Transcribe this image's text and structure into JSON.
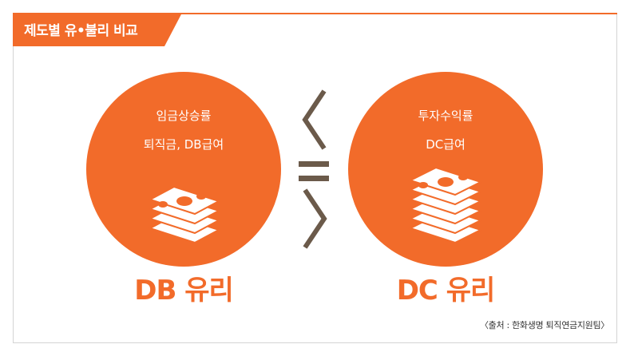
{
  "header": {
    "title": "제도별 유•불리 비교"
  },
  "left": {
    "line1": "임금상승률",
    "line2": "퇴직금, DB급여",
    "result": "DB 유리",
    "icon": "money-stack-icon"
  },
  "right": {
    "line1": "투자수익률",
    "line2": "DC급여",
    "result": "DC 유리",
    "icon": "money-stack-icon"
  },
  "comparison": {
    "symbols": [
      "<",
      "=",
      ">"
    ]
  },
  "source": "〈출처 : 한화생명 퇴직연금지원팀〉",
  "colors": {
    "accent": "#f26b2a",
    "symbol": "#6b5a4a"
  }
}
